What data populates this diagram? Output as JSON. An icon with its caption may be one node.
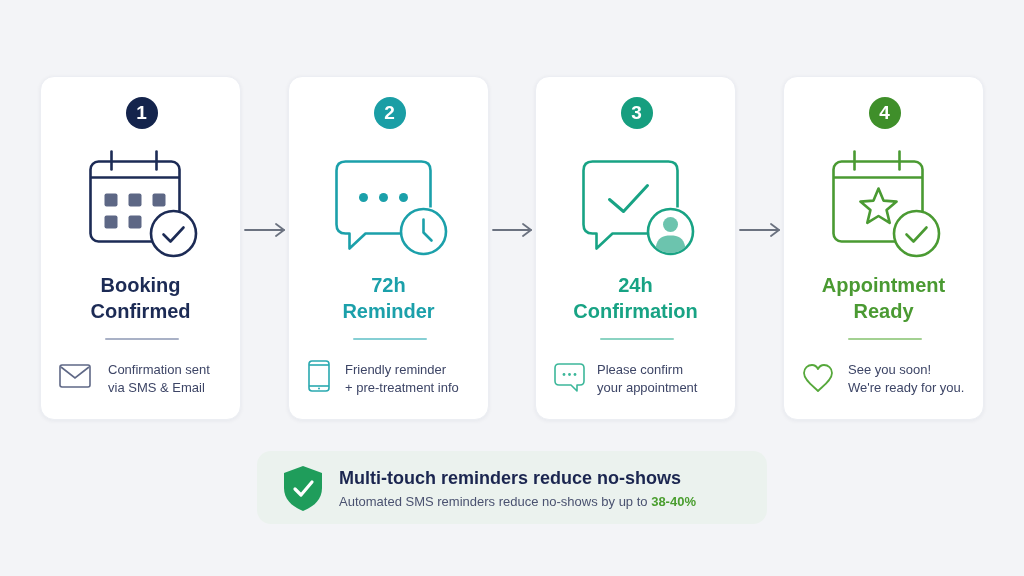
{
  "diagram": {
    "nodes": [
      {
        "text": [
          "1",
          "Booking Confirmed",
          "Confirmation sent via SMS & Email"
        ]
      },
      {
        "text": [
          "2",
          "72h Reminder",
          "Friendly reminder + pre-treatment info"
        ]
      },
      {
        "text": [
          "3",
          "24h Confirmation",
          "Please confirm your appointment"
        ]
      },
      {
        "text": [
          "4",
          "Appointment Ready",
          "See you soon! We're ready for you."
        ]
      },
      {
        "text": [
          "Multi-touch reminders reduce no-shows",
          "Automated SMS reminders reduce no-shows by up to **38-40%**"
        ]
      }
    ],
    "edges": [
      {
        "from": 0,
        "to": 1,
        "arrow": "to"
      },
      {
        "from": 1,
        "to": 2,
        "arrow": "to"
      },
      {
        "from": 2,
        "to": 3,
        "arrow": "to"
      }
    ]
  }
}
